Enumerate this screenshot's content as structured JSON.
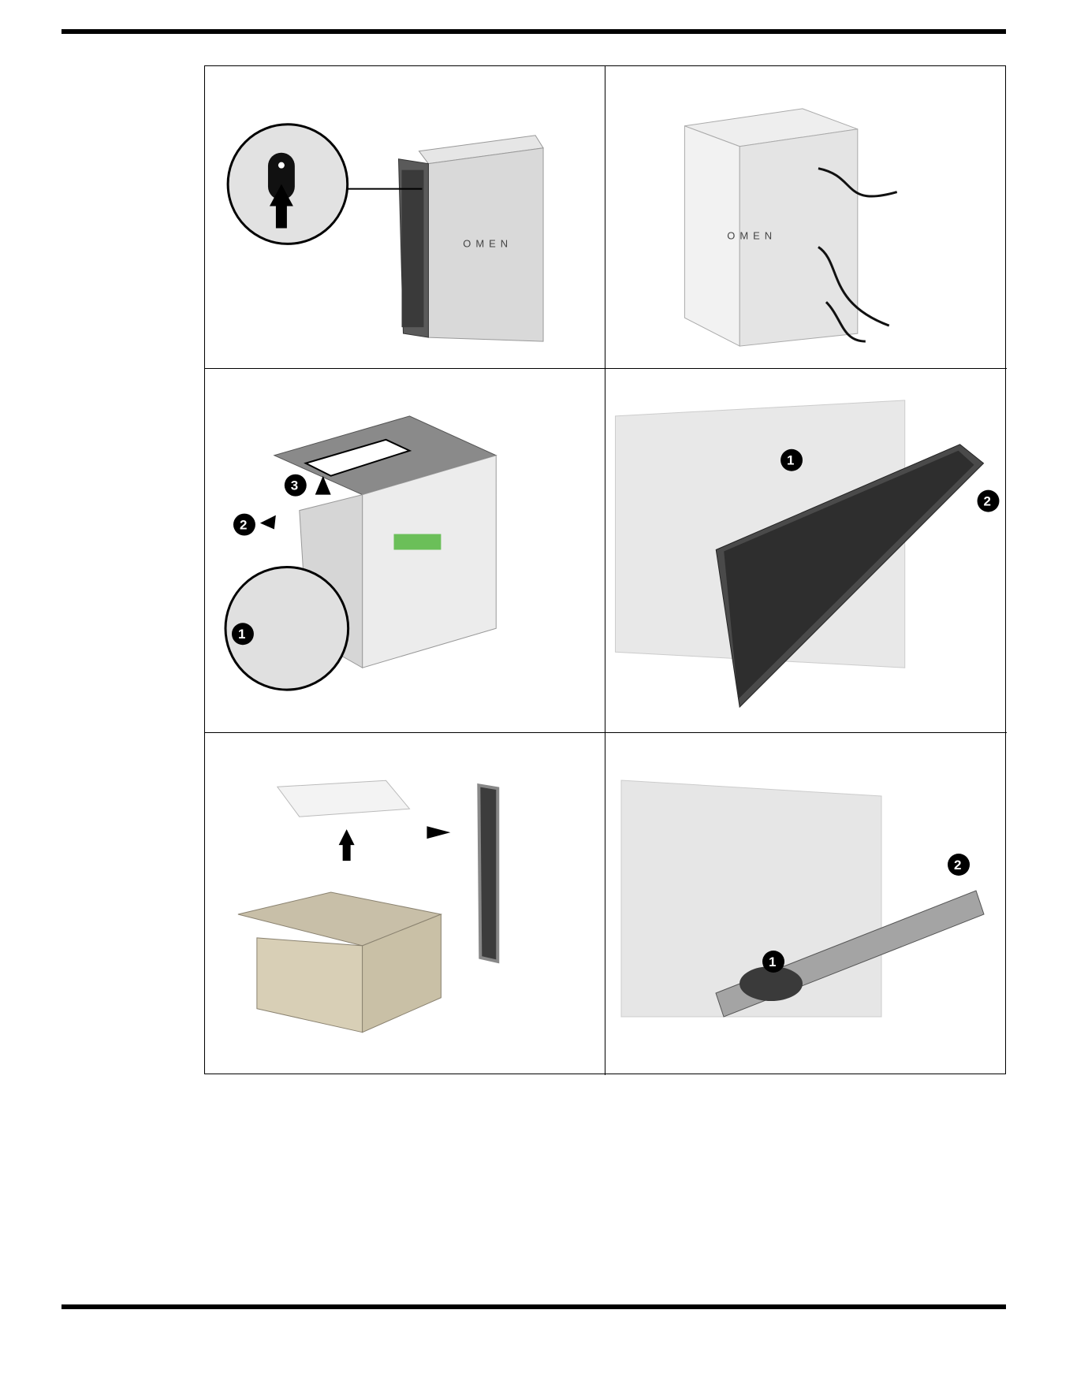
{
  "logo": "OMEN",
  "callouts": {
    "step_one": "1",
    "step_two": "2",
    "step_three": "3"
  },
  "panels": [
    {
      "id": "press-power-button"
    },
    {
      "id": "disconnect-cables"
    },
    {
      "id": "remove-side-panel"
    },
    {
      "id": "remove-front-bezel"
    },
    {
      "id": "unpack-replacement-bezel"
    },
    {
      "id": "install-front-bezel"
    }
  ]
}
